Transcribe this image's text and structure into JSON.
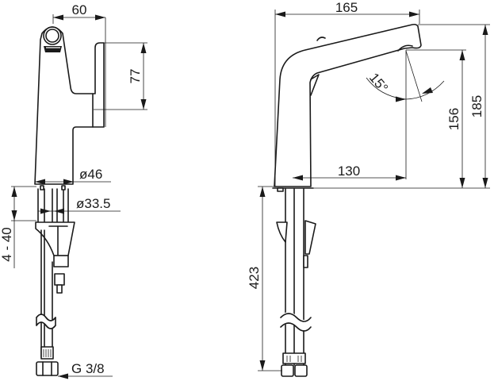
{
  "drawing": {
    "title": "Faucet dimension drawing",
    "front_view": {
      "dims": {
        "top_width": "60",
        "lever_height": "77",
        "base_diameter": "ø46",
        "shank_diameter": "ø33.5",
        "deck_thickness": "4 - 40",
        "connection": "G 3/8"
      }
    },
    "side_view": {
      "dims": {
        "total_reach": "165",
        "spout_reach": "130",
        "total_height": "185",
        "outlet_height": "156",
        "spout_angle": "15°",
        "hose_length": "423"
      }
    },
    "colors": {
      "line": "#1a1a1a",
      "background": "#ffffff"
    }
  }
}
